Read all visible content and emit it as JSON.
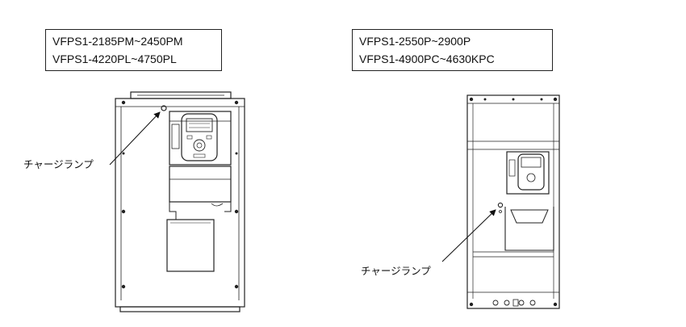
{
  "left_unit": {
    "models": [
      "VFPS1-2185PM~2450PM",
      "VFPS1-4220PL~4750PL"
    ],
    "charge_lamp_label": "チャージランプ"
  },
  "right_unit": {
    "models": [
      "VFPS1-2550P~2900P",
      "VFPS1-4900PC~4630KPC"
    ],
    "charge_lamp_label": "チャージランプ"
  }
}
